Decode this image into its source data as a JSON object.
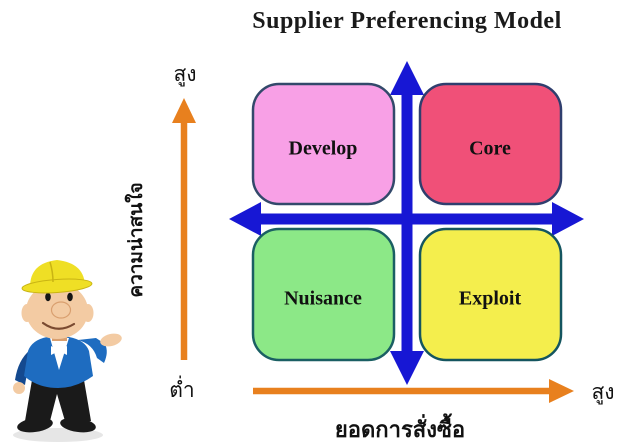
{
  "title": "Supplier Preferencing Model",
  "colors": {
    "orange_axis": "#E8801E",
    "blue_cross": "#1717D4"
  },
  "y_axis": {
    "title": "ความน่าสนใจ",
    "high_label": "สูง",
    "low_label": "ต่ำ"
  },
  "x_axis": {
    "title": "ยอดการสั่งซื้อ",
    "high_label": "สูง"
  },
  "quadrants": [
    {
      "name": "Develop",
      "position": "top-left",
      "color": "#F8A0E6",
      "border": "#33496B"
    },
    {
      "name": "Core",
      "position": "top-right",
      "color": "#F05078",
      "border": "#2F3E6E"
    },
    {
      "name": "Nuisance",
      "position": "bottom-left",
      "color": "#8CE887",
      "border": "#1A5F63"
    },
    {
      "name": "Exploit",
      "position": "bottom-right",
      "color": "#F4EE4D",
      "border": "#14555F"
    }
  ],
  "mascot": {
    "description": "cartoon engineer with yellow hard hat gesturing toward diagram",
    "colors": {
      "hat": "#EFDF25",
      "hat_shade": "#C9B413",
      "skin": "#F3CBA3",
      "skin_shade": "#D99F6F",
      "jacket": "#1E6CC0",
      "jacket_shade": "#14498F",
      "shirt": "#FFFFFF",
      "pants": "#1A1A1A",
      "mouth": "#7A4A30",
      "shadow": "#DCDCDC"
    }
  }
}
